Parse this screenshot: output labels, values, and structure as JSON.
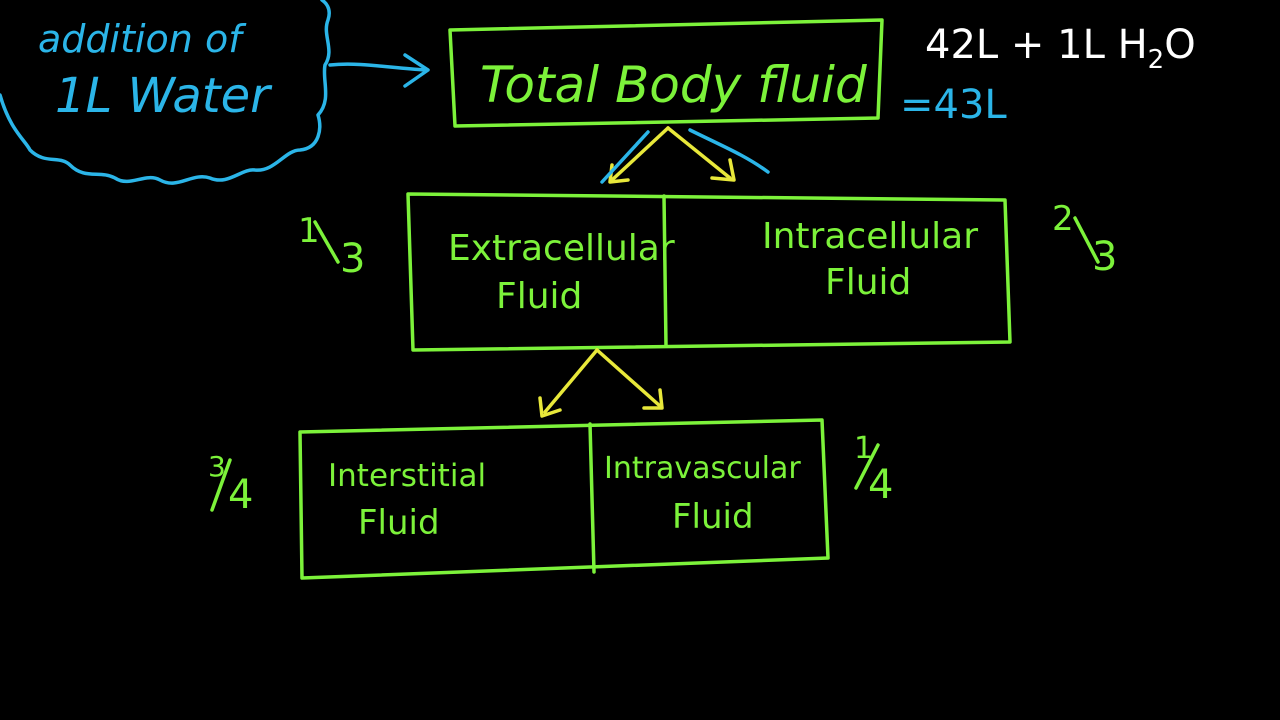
{
  "note_cloud": {
    "line1": "addition of",
    "line2": "1L Water"
  },
  "top_box": {
    "label": "Total Body fluid"
  },
  "equation": {
    "line1": "42L + 1L H",
    "subscript": "2",
    "tail": "O",
    "result": "=43L"
  },
  "middle_row": {
    "left_fraction": {
      "num": "1",
      "den": "3"
    },
    "right_fraction": {
      "num": "2",
      "den": "3"
    },
    "extracellular": {
      "line1": "Extracellular",
      "line2": "Fluid"
    },
    "intracellular": {
      "line1": "Intracellular",
      "line2": "Fluid"
    }
  },
  "bottom_row": {
    "left_fraction": {
      "num": "3",
      "den": "4"
    },
    "right_fraction": {
      "num": "1",
      "den": "4"
    },
    "interstitial": {
      "line1": "Interstitial",
      "line2": "Fluid"
    },
    "intravascular": {
      "line1": "Intravascular",
      "line2": "Fluid"
    }
  },
  "colors": {
    "background": "#000000",
    "boxes": "#7CF23A",
    "arrows_yellow": "#E8E83A",
    "notes_blue": "#2BB5E8",
    "equation_white": "#FFFFFF"
  }
}
